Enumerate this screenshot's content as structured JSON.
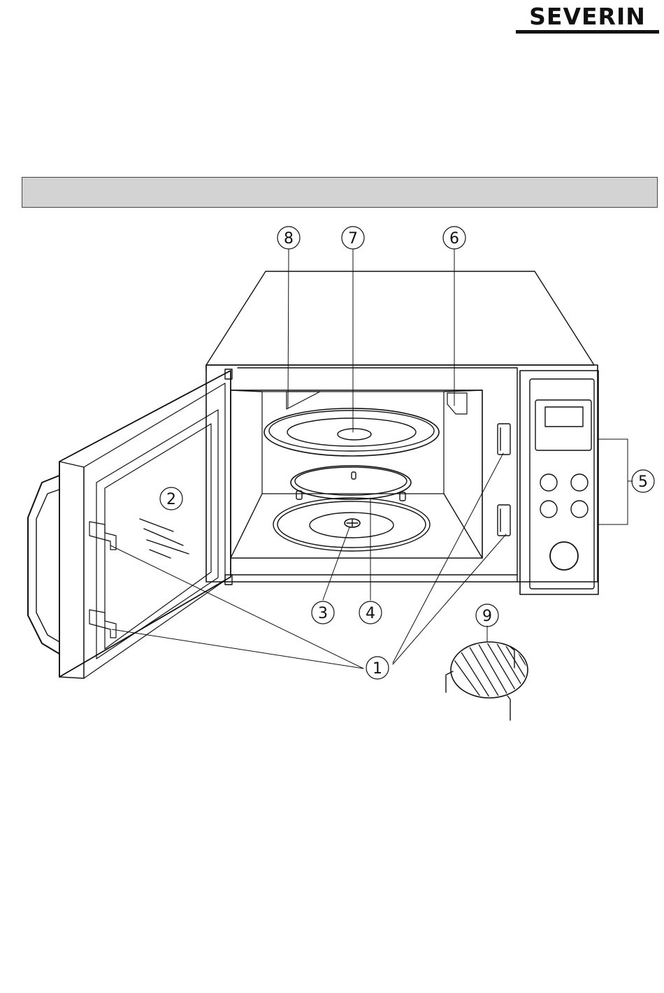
{
  "brand": {
    "name": "SEVERIN",
    "color": "#111111"
  },
  "section_bar": {
    "title": "",
    "color": "#d3d3d3"
  },
  "diagram": {
    "subject": "microwave-oven-with-open-door",
    "callouts": [
      {
        "number": "1",
        "part": "door-latches-and-lock-openings"
      },
      {
        "number": "2",
        "part": "door-window"
      },
      {
        "number": "3",
        "part": "turntable-drive-coupling"
      },
      {
        "number": "4",
        "part": "roller-ring"
      },
      {
        "number": "5",
        "part": "control-panel"
      },
      {
        "number": "6",
        "part": "waveguide-cover"
      },
      {
        "number": "7",
        "part": "glass-turntable"
      },
      {
        "number": "8",
        "part": "grill-element-cover"
      },
      {
        "number": "9",
        "part": "grill-rack"
      }
    ]
  }
}
